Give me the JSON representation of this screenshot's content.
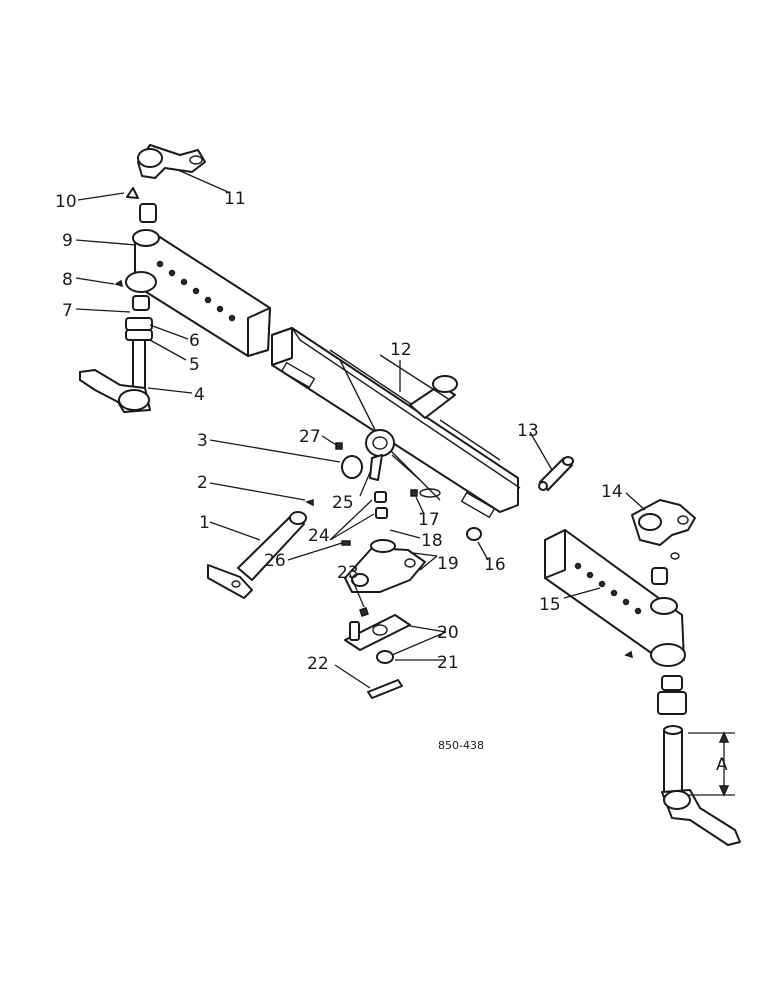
{
  "callouts": {
    "c1": "1",
    "c2": "2",
    "c3": "3",
    "c4": "4",
    "c5": "5",
    "c6": "6",
    "c7": "7",
    "c8": "8",
    "c9": "9",
    "c10": "10",
    "c11": "11",
    "c12": "12",
    "c13": "13",
    "c14": "14",
    "c15": "15",
    "c16": "16",
    "c17": "17",
    "c18": "18",
    "c19": "19",
    "c20": "20",
    "c21": "21",
    "c22": "22",
    "c23": "23",
    "c24": "24",
    "c25": "25",
    "c26": "26",
    "c27": "27"
  },
  "dimension": {
    "label": "A"
  },
  "drawing_code": "850-438"
}
